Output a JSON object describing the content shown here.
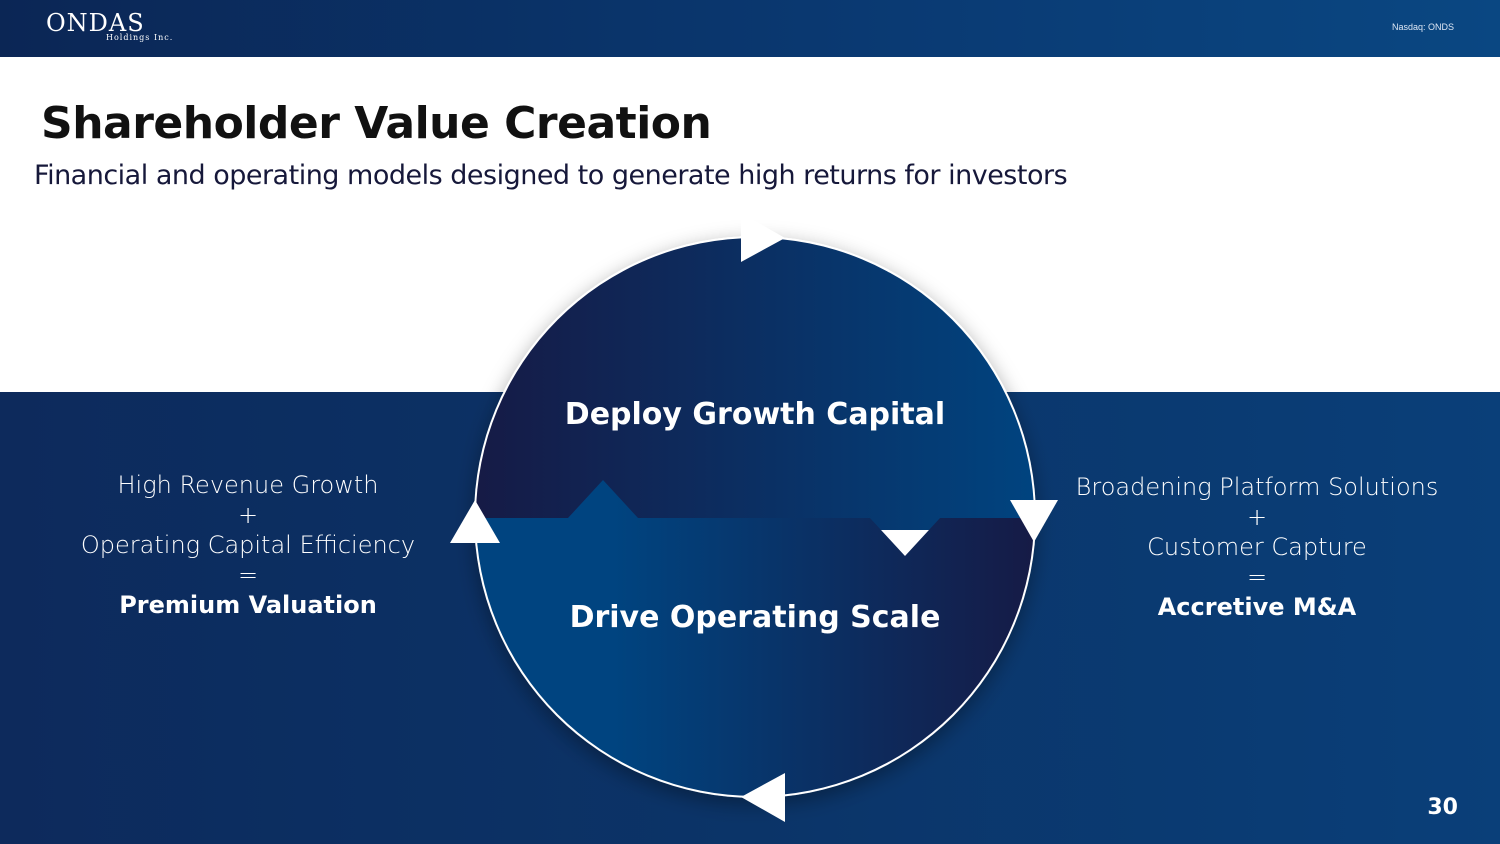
{
  "header": {
    "logo_main": "ONDAS",
    "logo_sub": "Holdings Inc.",
    "ticker": "Nasdaq: ONDS"
  },
  "title": "Shareholder Value Creation",
  "subtitle": "Financial and operating models designed to generate high returns for investors",
  "cycle": {
    "top": "Deploy Growth Capital",
    "bottom": "Drive Operating Scale"
  },
  "left": {
    "line1": "High Revenue Growth",
    "op1": "+",
    "line2": "Operating Capital Efficiency",
    "op2": "=",
    "result": "Premium Valuation"
  },
  "right": {
    "line1": "Broadening Platform Solutions",
    "op1": "+",
    "line2": "Customer Capture",
    "op2": "=",
    "result": "Accretive M&A"
  },
  "page_number": "30",
  "colors": {
    "navy": "#0d2a5c",
    "blue": "#004480",
    "dark": "#161a45"
  }
}
